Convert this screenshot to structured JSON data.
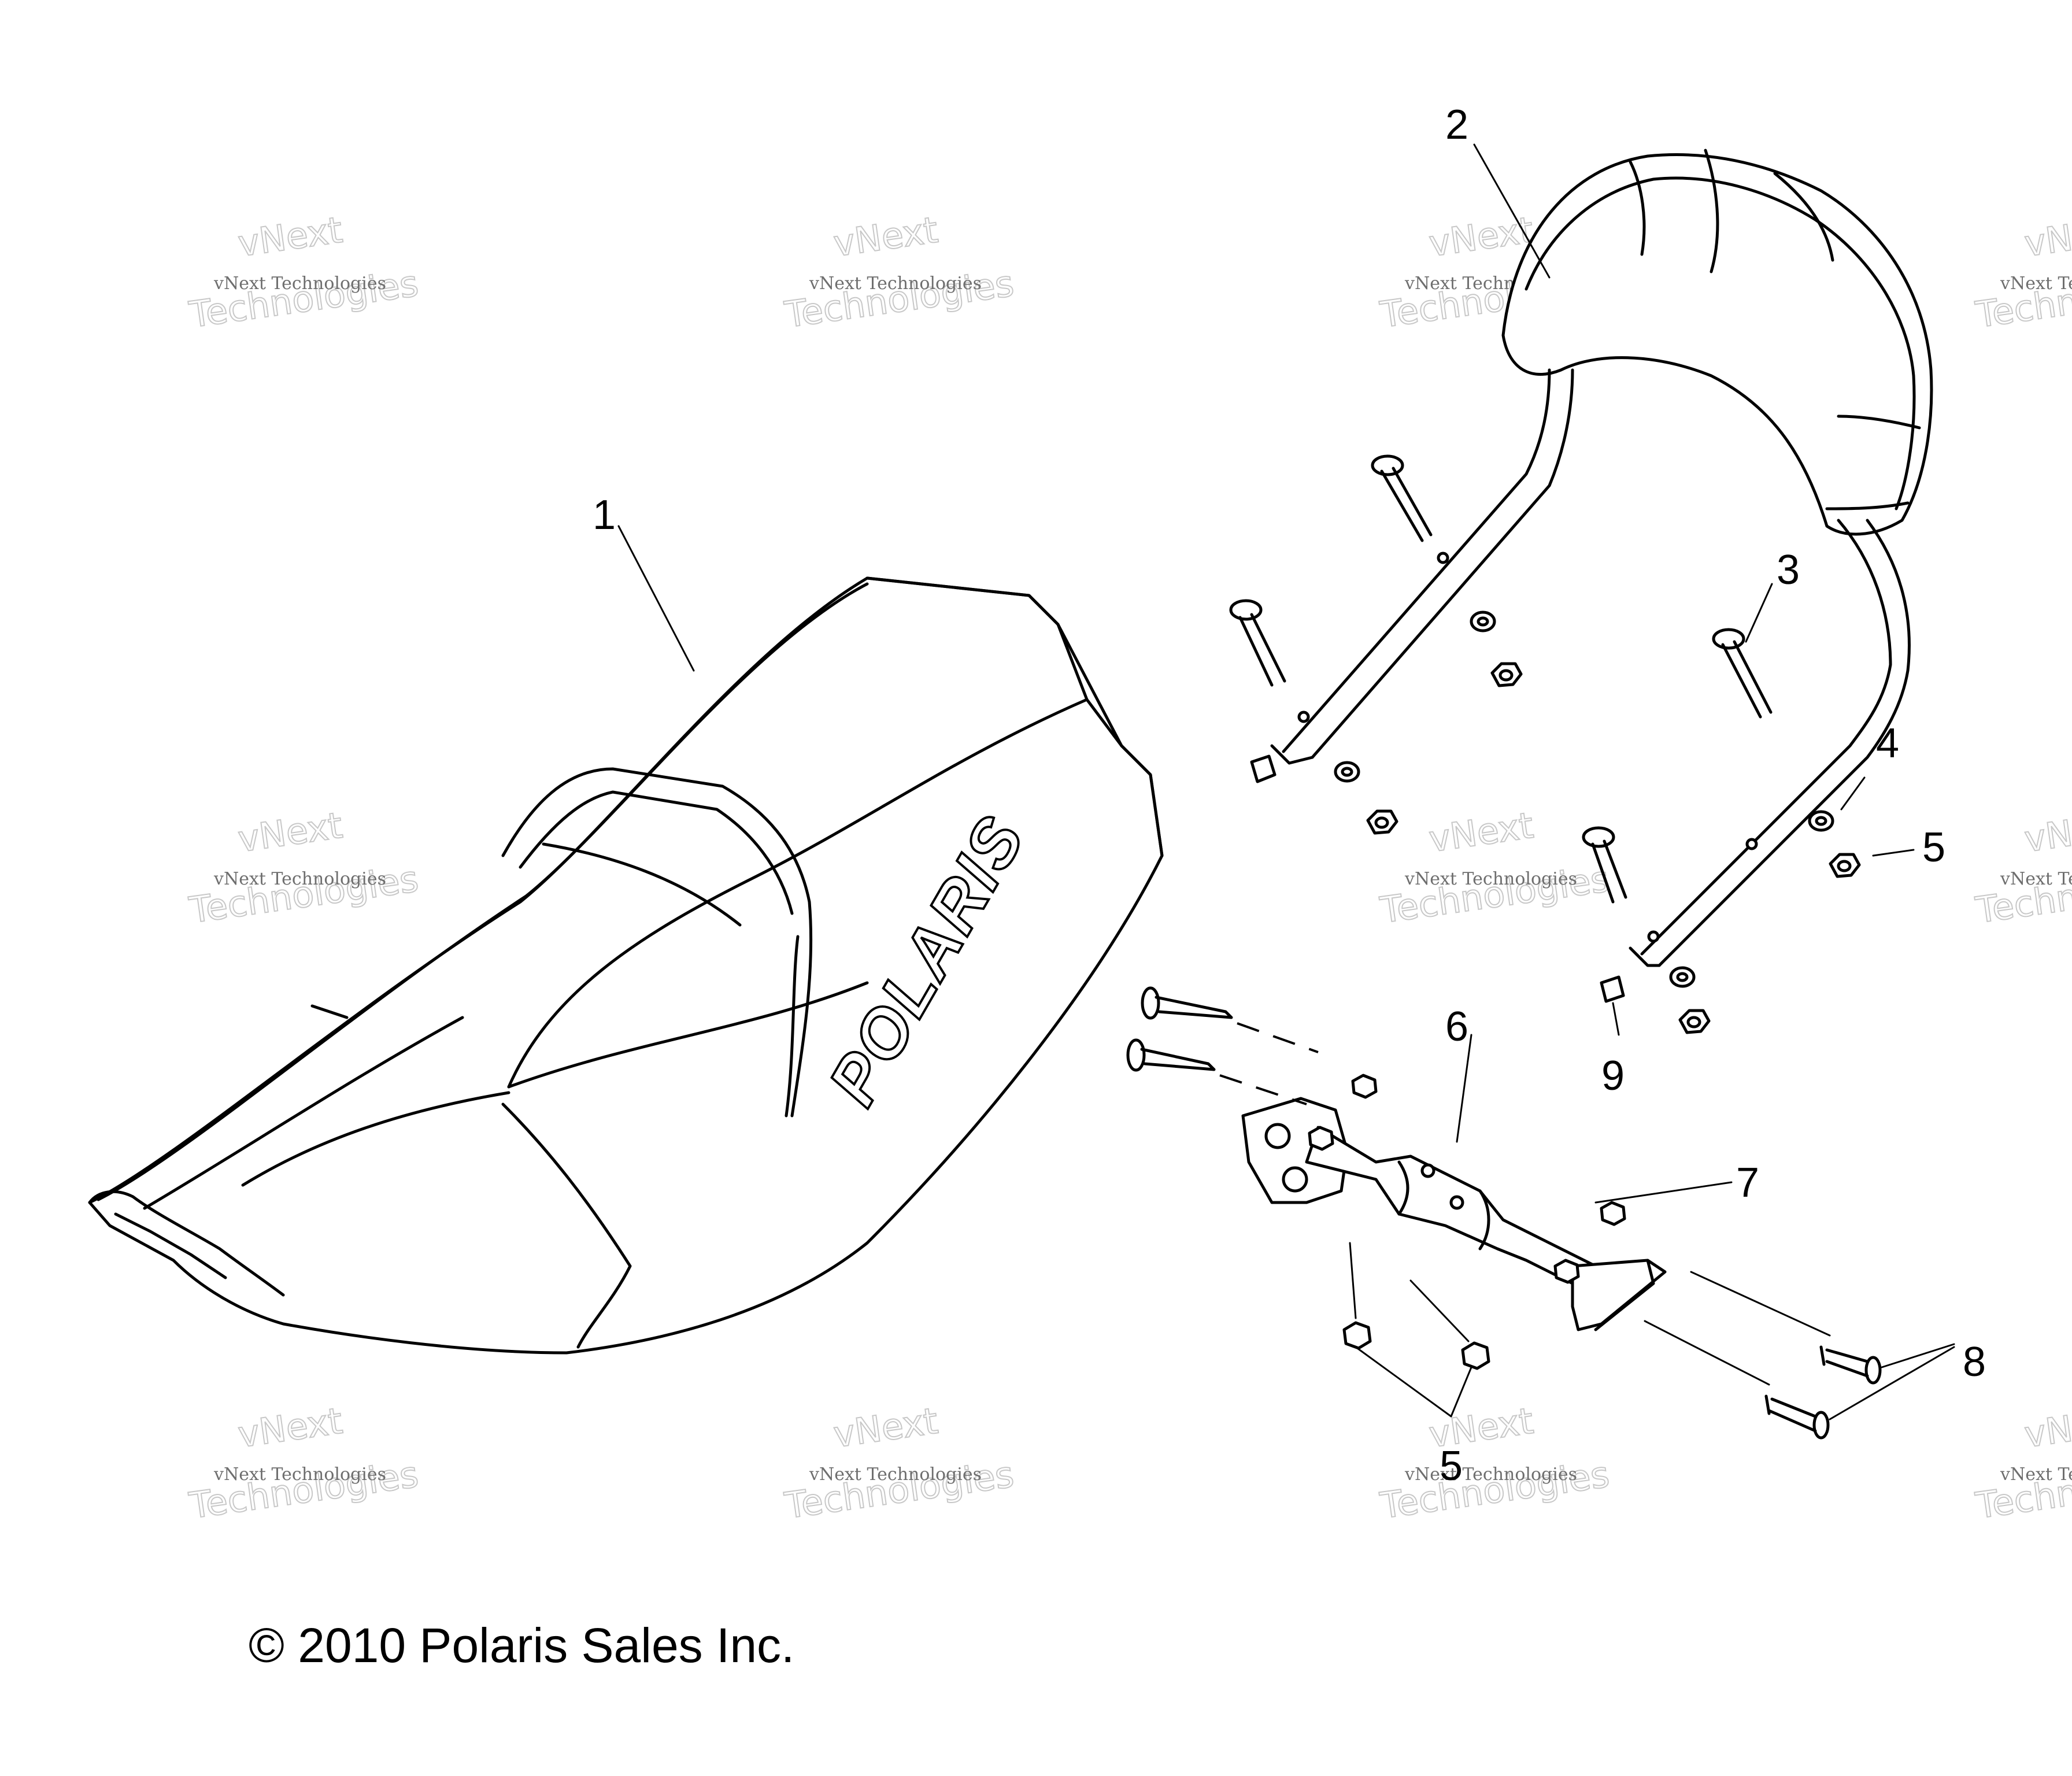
{
  "watermark": {
    "line1": "vNext Technologies",
    "line2": "vNext",
    "line3": "Technologies"
  },
  "seat": {
    "logo_text": "POLARIS"
  },
  "callouts": {
    "c1": "1",
    "c2": "2",
    "c3": "3",
    "c4": "4",
    "c5a": "5",
    "c5b": "5",
    "c6": "6",
    "c7": "7",
    "c8": "8",
    "c9": "9"
  },
  "copyright": "© 2010 Polaris Sales Inc."
}
